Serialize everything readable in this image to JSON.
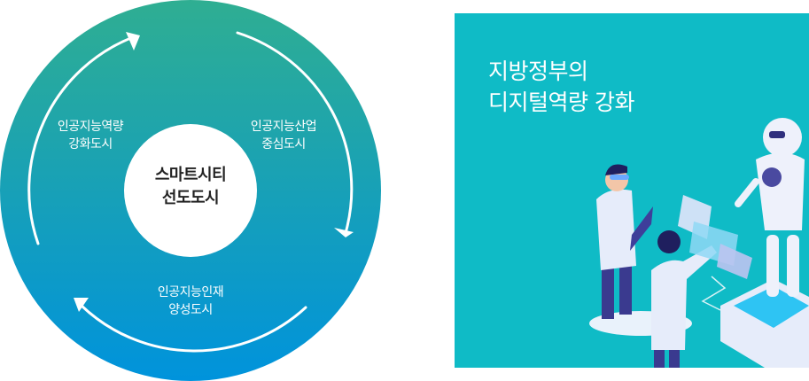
{
  "diagram": {
    "center": [
      "스마트시티",
      "선도도시"
    ],
    "nodes": [
      {
        "line1": "인공지능역량",
        "line2": "강화도시"
      },
      {
        "line1": "인공지능산업",
        "line2": "중심도시"
      },
      {
        "line1": "인공지능인재",
        "line2": "양성도시"
      }
    ],
    "colors": {
      "top": "#2fae92",
      "bottom": "#0093dc"
    }
  },
  "panel": {
    "title_line1": "지방정부의",
    "title_line2": "디지털역량 강화",
    "background": "#0fbbc6"
  }
}
